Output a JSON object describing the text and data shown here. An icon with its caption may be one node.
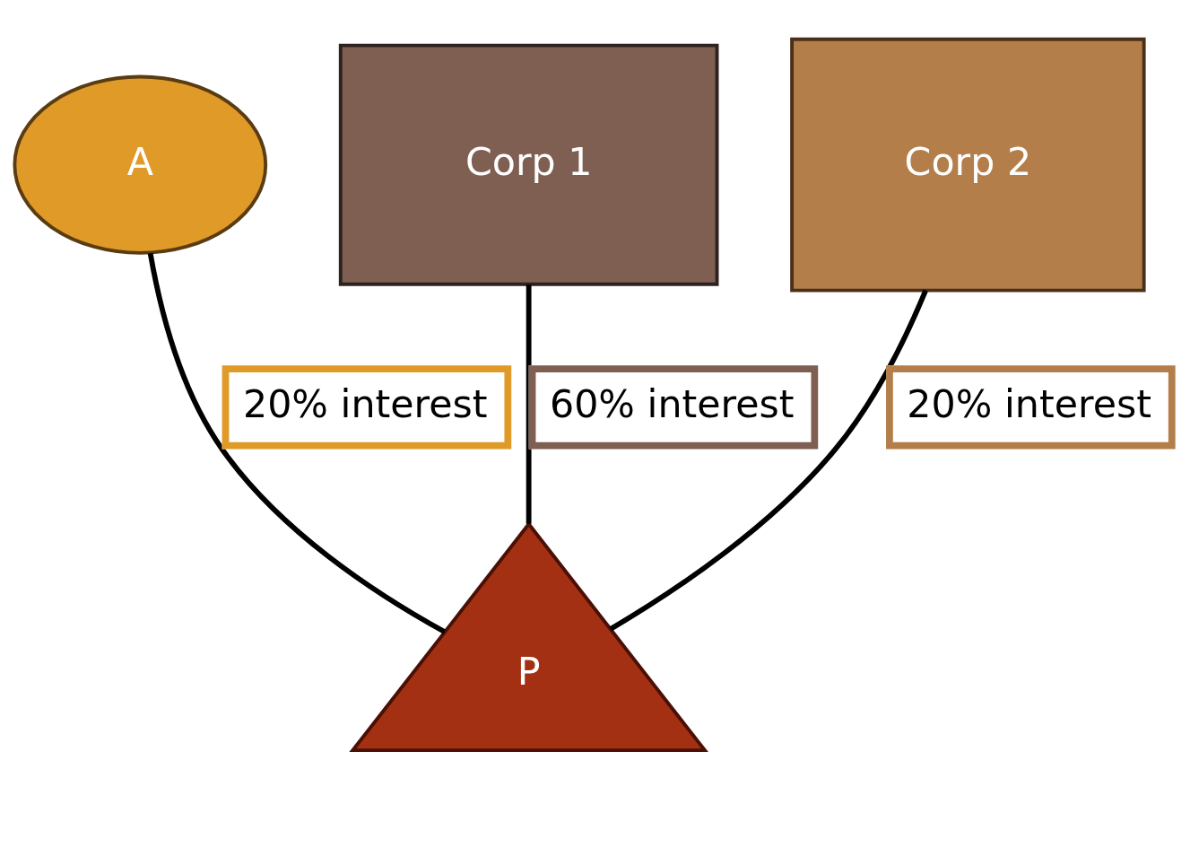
{
  "diagram": {
    "nodes": [
      {
        "text": [
          "A"
        ]
      },
      {
        "text": [
          "Corp 1"
        ]
      },
      {
        "text": [
          "Corp 2"
        ]
      },
      {
        "text": [
          "P"
        ]
      }
    ],
    "edges": [
      {
        "from": 0,
        "to": 3,
        "arrow": "none",
        "label": "20% interest"
      },
      {
        "from": 1,
        "to": 3,
        "arrow": "none",
        "label": "60% interest"
      },
      {
        "from": 2,
        "to": 3,
        "arrow": "none",
        "label": "20% interest"
      }
    ]
  }
}
